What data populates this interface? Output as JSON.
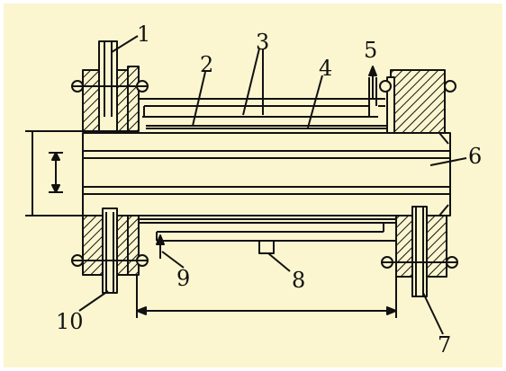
{
  "colors": {
    "background": "#fbf6cf",
    "ink": "#111111",
    "outer_frame": "#ffffff"
  },
  "labels": {
    "l1": "1",
    "l2": "2",
    "l3": "3",
    "l4": "4",
    "l5": "5",
    "l6": "6",
    "l7": "7",
    "l8": "8",
    "l9": "9",
    "l10": "10"
  }
}
